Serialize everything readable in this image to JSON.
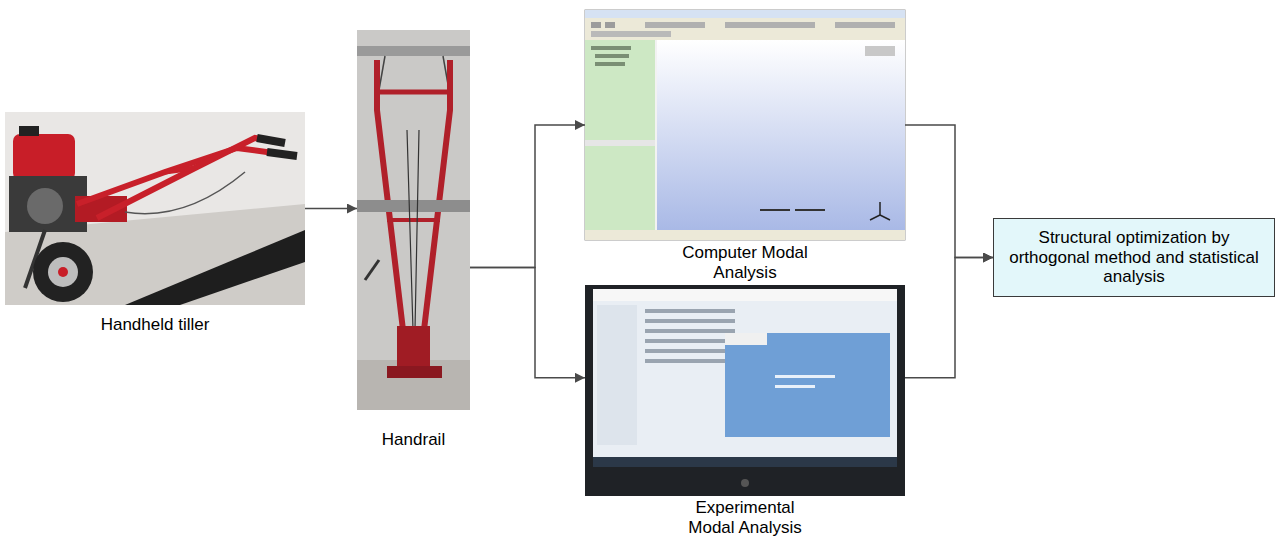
{
  "diagram": {
    "nodes": [
      {
        "text": [
          "Handheld tiller"
        ]
      },
      {
        "text": [
          "Handrail"
        ]
      },
      {
        "text": [
          "Computer Modal Analysis"
        ]
      },
      {
        "text": [
          "Experimental Modal Analysis"
        ]
      },
      {
        "text": [
          "Structural optimization by orthogonal method and statistical analysis"
        ]
      }
    ],
    "edges": [
      {
        "from": 0,
        "to": 1,
        "arrow": "to"
      },
      {
        "from": 1,
        "to": 2,
        "arrow": "to"
      },
      {
        "from": 1,
        "to": 3,
        "arrow": "to"
      },
      {
        "from": 2,
        "to": 4,
        "arrow": "to"
      },
      {
        "from": 3,
        "to": 4,
        "arrow": "to"
      }
    ]
  }
}
